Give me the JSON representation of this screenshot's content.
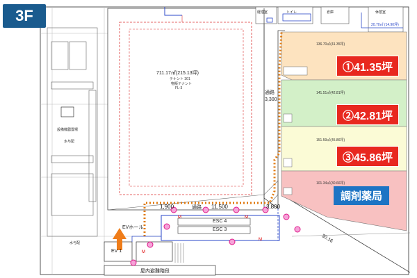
{
  "floor_badge": "3F",
  "units": [
    {
      "id": "unit-1",
      "label": "①41.35坪",
      "area_note": "136.70㎡(41.35坪)",
      "fill": "#fde3bf"
    },
    {
      "id": "unit-2",
      "label": "②42.81坪",
      "area_note": "141.51㎡(42.81坪)",
      "fill": "#d3f0c8"
    },
    {
      "id": "unit-3",
      "label": "③45.86坪",
      "area_note": "151.59㎡(45.86坪)",
      "fill": "#fbfbd6"
    },
    {
      "id": "pharmacy",
      "label": "調剤薬局",
      "area_note": "101.34㎡(30.66坪)",
      "fill": "#f8c1c1"
    }
  ],
  "main_store": {
    "area_note": "711.17㎡(215.13坪)",
    "tenant": "テナント 301",
    "use": "物販テナント",
    "floor": "FL-3"
  },
  "left_rooms": {
    "equipment": "設備機器置場",
    "water": "水与配"
  },
  "corridor": {
    "label": "通路",
    "width": "3,300"
  },
  "bottom_dims": [
    "1,900",
    "11,500",
    "3,800"
  ],
  "bottom_corridor": "通路",
  "escalators": [
    "ESC 4",
    "ESC 3"
  ],
  "ev_hall": "EVホール",
  "ev_label": "EV 1",
  "shelter_label": "屋内避難階段",
  "top_rooms": [
    "経理室",
    "トイレ",
    "倉庫",
    "休憩室"
  ],
  "top_area_note": "20.70㎡ (14.90坪)",
  "right_dim": "30.16",
  "colors": {
    "badge": "#1a5b8e",
    "unit_label": "#e8281f",
    "pharmacy_label": "#1d74c4",
    "route": "#e07a10",
    "marker": "#e0188a",
    "arrow": "#ef7d1a"
  }
}
